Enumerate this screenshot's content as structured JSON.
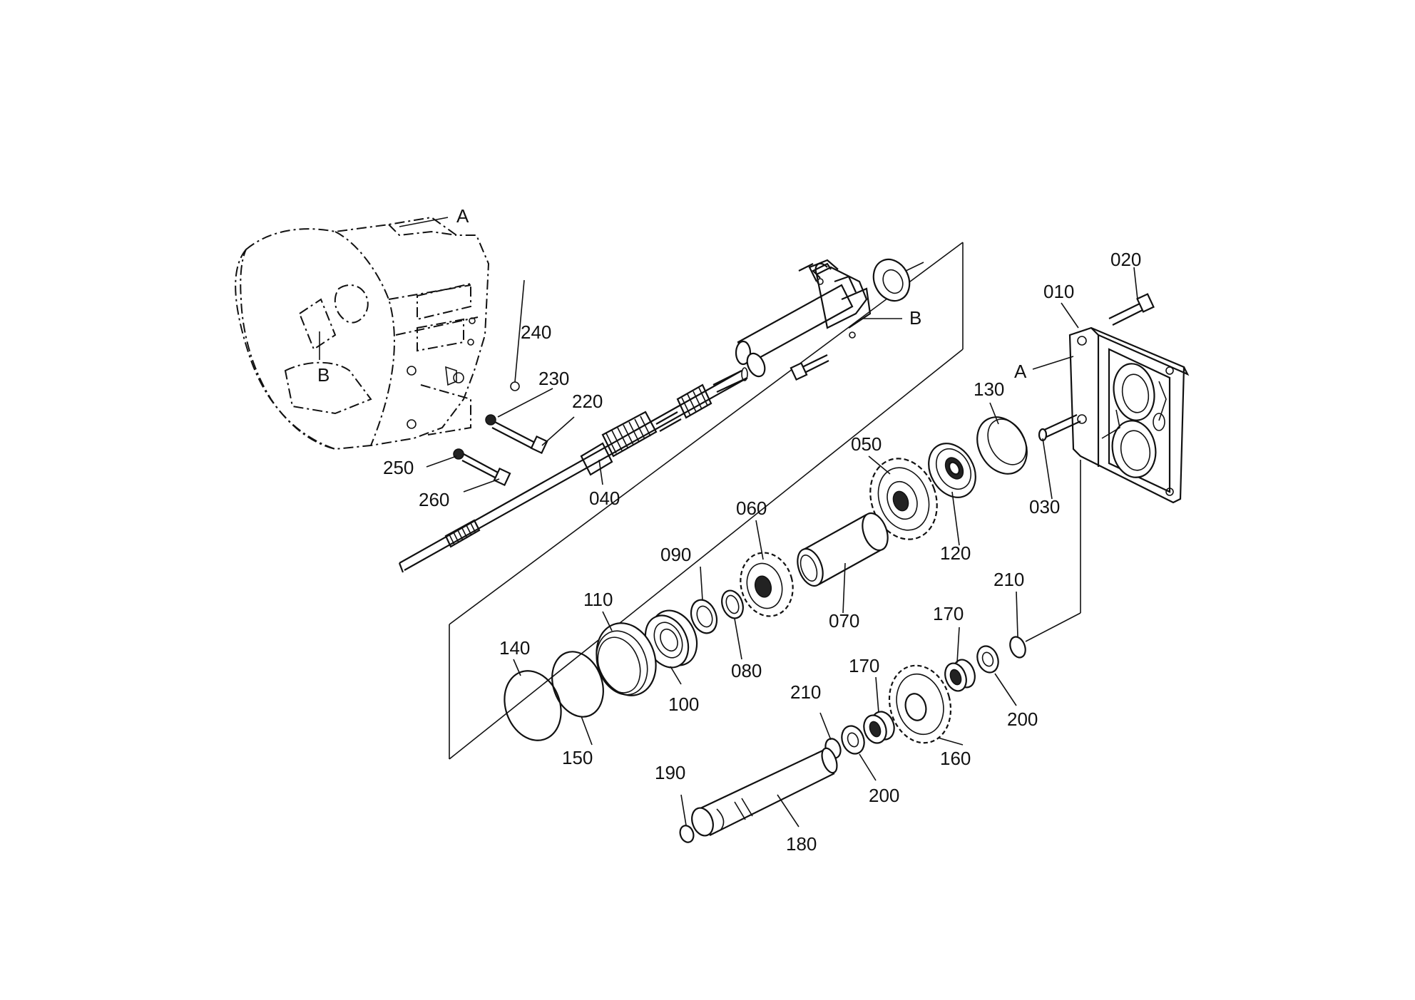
{
  "diagram": {
    "part_labels": {
      "p010": "010",
      "p020": "020",
      "p030": "030",
      "p040": "040",
      "p050": "050",
      "p060": "060",
      "p070": "070",
      "p080": "080",
      "p090": "090",
      "p100": "100",
      "p110": "110",
      "p120": "120",
      "p130": "130",
      "p140": "140",
      "p150": "150",
      "p160": "160",
      "p170a": "170",
      "p170b": "170",
      "p180": "180",
      "p190": "190",
      "p200a": "200",
      "p200b": "200",
      "p210a": "210",
      "p210b": "210",
      "p220": "220",
      "p230": "230",
      "p240": "240",
      "p250": "250",
      "p260": "260"
    },
    "reference_marks": {
      "a_housing": "A",
      "a_plate": "A",
      "b_housing": "B",
      "b_tube": "B"
    }
  }
}
